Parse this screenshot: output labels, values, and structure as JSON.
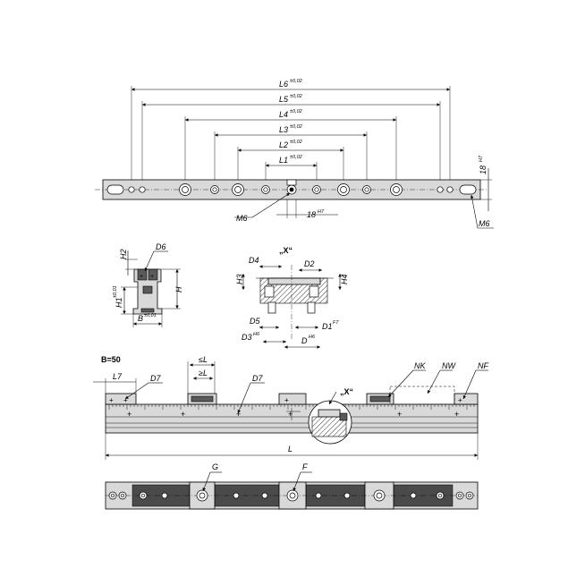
{
  "top_view": {
    "dimensions": [
      {
        "label": "L6",
        "tol": "±0,02"
      },
      {
        "label": "L5",
        "tol": "±0,02"
      },
      {
        "label": "L4",
        "tol": "±0,02"
      },
      {
        "label": "L3",
        "tol": "±0,02"
      },
      {
        "label": "L2",
        "tol": "±0,02"
      },
      {
        "label": "L1",
        "tol": "±0,02"
      }
    ],
    "height_label": "18",
    "height_tol": "H7",
    "slot_label": "18",
    "slot_tol": "H7",
    "thread_left": "M6",
    "thread_right": "M6"
  },
  "section_view": {
    "h2": "H2",
    "d6": "D6",
    "h1": "H1",
    "h1_tol": "±0,01",
    "h": "H",
    "b": "B",
    "b_tol": "±0,01"
  },
  "detail_view": {
    "title": "„X“",
    "d4": "D4",
    "d2": "D2",
    "h3": "H3",
    "h4": "H4",
    "d5": "D5",
    "d1": "D1",
    "d1_tol": "F7",
    "d3": "D3",
    "d3_tol": "H6",
    "d": "D",
    "d_tol": "H6"
  },
  "side_view": {
    "b_value": "B=50",
    "l7": "L7",
    "d7a": "D7",
    "lte": "≤L",
    "gte": "≥L",
    "d7b": "D7",
    "nk": "NK",
    "nw": "NW",
    "nf": "NF",
    "detail_mark": "„X“",
    "l": "L"
  },
  "bottom_view": {
    "g": "G",
    "f": "F"
  }
}
